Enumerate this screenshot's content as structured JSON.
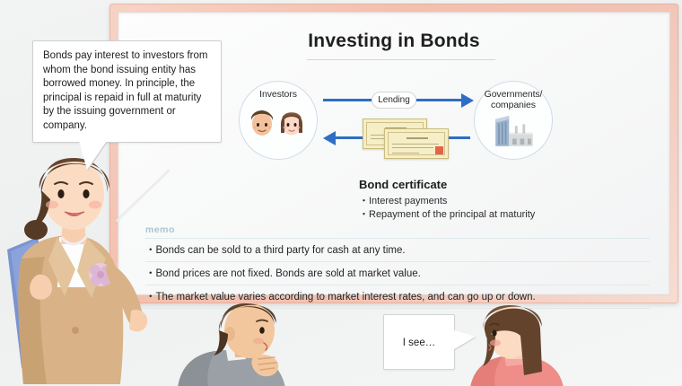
{
  "board": {
    "title": "Investing in Bonds"
  },
  "teacher_bubble": {
    "text": "Bonds pay interest to investors from whom the bond issuing entity has borrowed money. In principle, the principal is repaid in full at maturity by the issuing government or company."
  },
  "diagram": {
    "investors_label": "Investors",
    "issuers_label": "Governments/\ncompanies",
    "lending_label": "Lending"
  },
  "bond_caption": {
    "title": "Bond certificate",
    "items": [
      "・Interest payments",
      "・Repayment of the principal at maturity"
    ]
  },
  "memo": {
    "label": "memo",
    "items": [
      "・Bonds can be sold to a third party for cash at any time.",
      "・Bond prices are not fixed. Bonds are sold at market value.",
      "・The market value varies according to market interest rates, and can go up or down."
    ]
  },
  "student_bubble": {
    "text": "I see…"
  },
  "colors": {
    "frame": "#f3bfae",
    "arrow_blue": "#2e6ec4",
    "circle_border": "#cfdce8",
    "memo_label": "#a9c6cf",
    "memo_rule": "#dfe9ec",
    "background": "#f2f3f3",
    "certificate": "#f5eec6",
    "seal_red": "#e04a33"
  }
}
